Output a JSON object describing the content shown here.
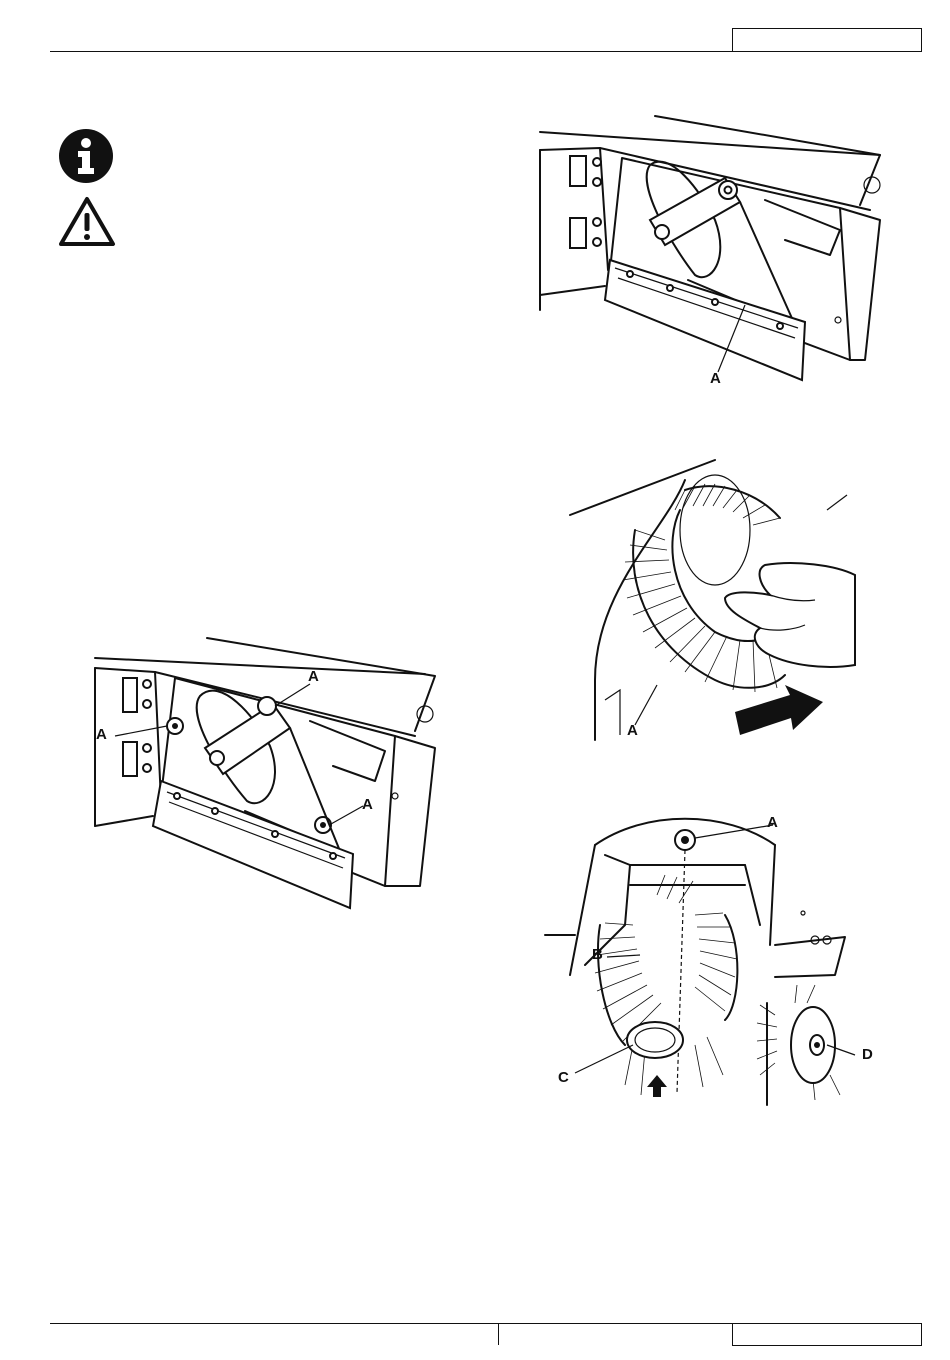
{
  "header": {
    "page_box_text": ""
  },
  "footer": {
    "page_box_text": ""
  },
  "icons": {
    "info": "info-icon",
    "warning": "warning-icon"
  },
  "figures": {
    "fig_top_left": {
      "labels": [
        "A",
        "A",
        "A"
      ]
    },
    "fig_top_right": {
      "labels": [
        "A"
      ]
    },
    "fig_mid_right": {
      "labels": [
        "A"
      ]
    },
    "fig_bottom_right": {
      "labels": [
        "A",
        "B",
        "C",
        "D"
      ]
    }
  }
}
